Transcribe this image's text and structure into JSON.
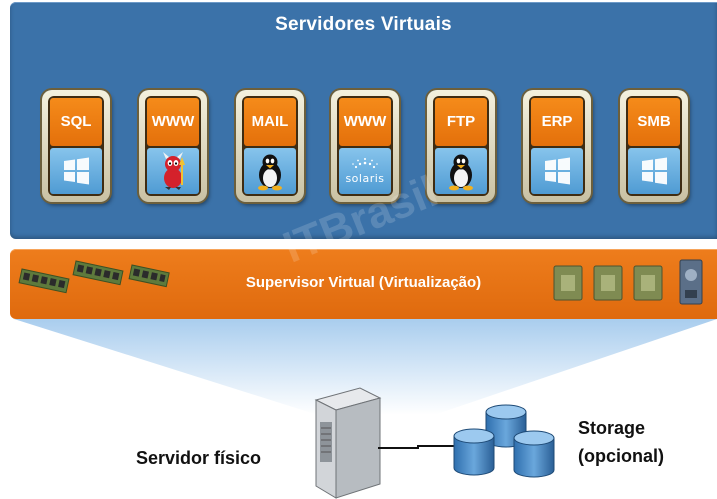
{
  "virtual_servers": {
    "title": "Servidores Virtuais",
    "vms": [
      {
        "label": "SQL",
        "os_icon": "windows-icon"
      },
      {
        "label": "WWW",
        "os_icon": "bsd-daemon-icon"
      },
      {
        "label": "MAIL",
        "os_icon": "linux-tux-icon"
      },
      {
        "label": "WWW",
        "os_icon": "solaris-icon",
        "os_text": "solaris"
      },
      {
        "label": "FTP",
        "os_icon": "linux-tux-icon"
      },
      {
        "label": "ERP",
        "os_icon": "windows-icon"
      },
      {
        "label": "SMB",
        "os_icon": "windows-icon"
      }
    ]
  },
  "hypervisor": {
    "title": "Supervisor Virtual (Virtualização)",
    "left_icons": [
      "memory-module-icon",
      "memory-module-icon",
      "memory-module-icon"
    ],
    "right_icons": [
      "cpu-chip-icon",
      "cpu-chip-icon",
      "cpu-chip-icon",
      "hard-disk-icon"
    ]
  },
  "physical": {
    "server_label": "Servidor físico",
    "server_icon": "tower-server-icon",
    "storage_line1": "Storage",
    "storage_line2": "(opcional)",
    "storage_icon": "database-cylinders-icon"
  },
  "watermark": {
    "text": "ITBrasil"
  },
  "colors": {
    "virtual_panel": "#3b72a9",
    "hypervisor_panel": "#ee7d1c",
    "vm_label": "#f58b1a",
    "vm_os_screen": "#6fb2e2",
    "beam": "#bcd9f2"
  }
}
